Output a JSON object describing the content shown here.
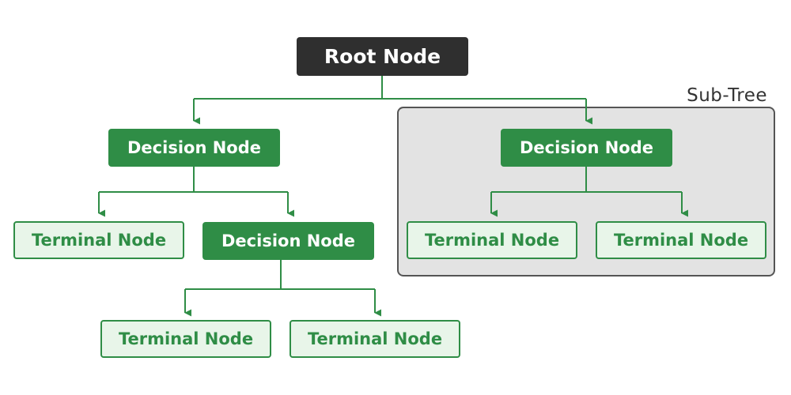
{
  "diagram": {
    "root": {
      "label": "Root Node"
    },
    "subtree_label": "Sub-Tree",
    "left_branch": {
      "decision": {
        "label": "Decision Node"
      },
      "terminal": {
        "label": "Terminal Node"
      },
      "inner_decision": {
        "label": "Decision Node",
        "terminal_left": {
          "label": "Terminal Node"
        },
        "terminal_right": {
          "label": "Terminal Node"
        }
      }
    },
    "right_branch": {
      "decision": {
        "label": "Decision Node"
      },
      "terminal_left": {
        "label": "Terminal Node"
      },
      "terminal_right": {
        "label": "Terminal Node"
      }
    },
    "colors": {
      "root": "#2f2f2f",
      "decision": "#2f8d46",
      "terminal_fill": "#e8f5e9",
      "terminal_border": "#2f8d46",
      "subtree_fill": "#e3e3e3",
      "connector": "#2f8d46"
    }
  }
}
